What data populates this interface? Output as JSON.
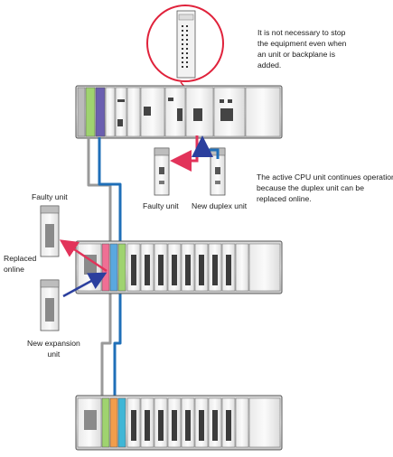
{
  "notes": {
    "add_unit": "It is not necessary to stop\nthe equipment even when\nan unit or backplane is\nadded.",
    "duplex": "The active CPU unit continues operation\nbecause the duplex unit can be\nreplaced online."
  },
  "labels": {
    "faulty_unit_cpu": "Faulty unit",
    "new_duplex_unit": "New duplex unit",
    "faulty_unit_left": "Faulty unit",
    "replaced_online": "Replaced\nonline",
    "new_expansion_unit": "New expansion\nunit"
  },
  "colors": {
    "cable_gray": "#9a9a9a",
    "cable_blue": "#1f6fb8",
    "arrow_red": "#e2335a",
    "arrow_blue": "#2b3f9e",
    "callout_red": "#e0223b",
    "module_green": "#9fd36f",
    "module_blue": "#5aa8df",
    "module_pink": "#ef6f94",
    "module_purple": "#6b5fb0",
    "module_orange": "#f29d4b",
    "module_cyan": "#3fb6d6"
  }
}
